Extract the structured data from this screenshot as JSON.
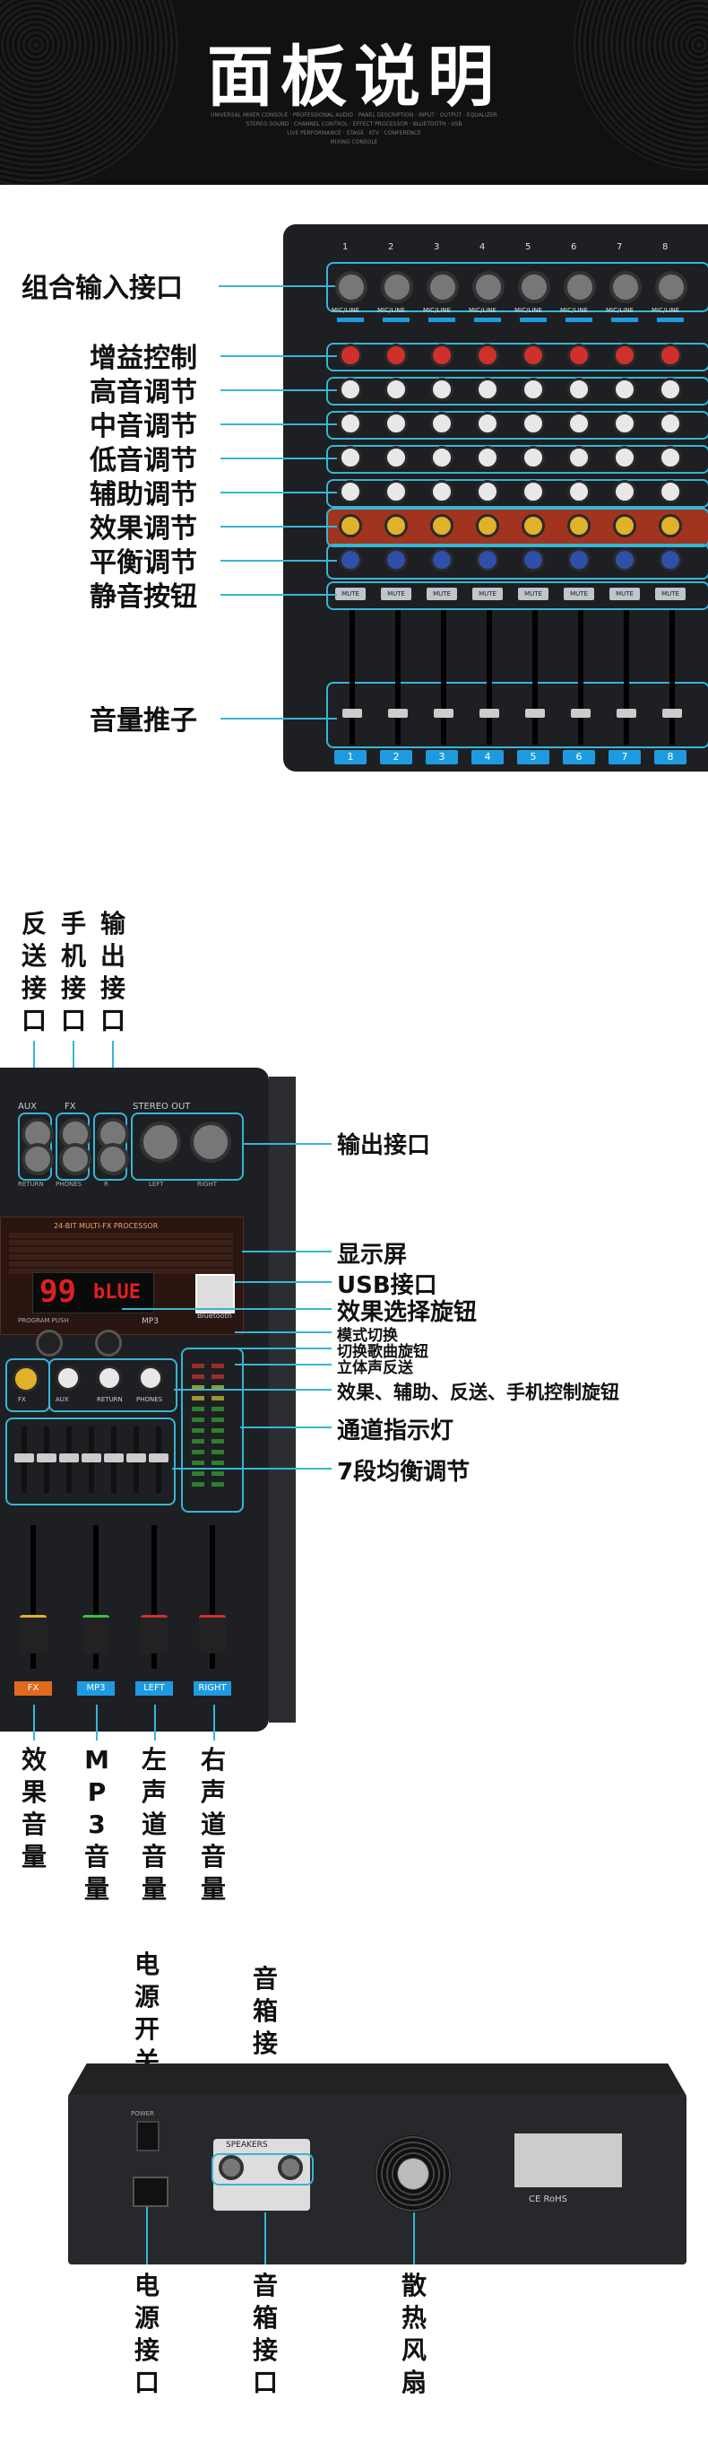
{
  "header": {
    "title": "面板说明",
    "tagline": [
      "UNIVERSAL MIXER CONSOLE  ·  PROFESSIONAL AUDIO  ·  PANEL DESCRIPTION  ·  INPUT  ·  OUTPUT  ·  EQUALIZER",
      "STEREO SOUND  ·  CHANNEL CONTROL  ·  EFFECT PROCESSOR  ·  BLUETOOTH  ·  USB",
      "LIVE PERFORMANCE  ·  STAGE  ·  KTV  ·  CONFERENCE",
      "MIXING CONSOLE"
    ]
  },
  "section1": {
    "labels": [
      "组合输入接口",
      "增益控制",
      "高音调节",
      "中音调节",
      "低音调节",
      "辅助调节",
      "效果调节",
      "平衡调节",
      "静音按钮",
      "音量推子"
    ],
    "channels": [
      "1",
      "2",
      "3",
      "4",
      "5",
      "6",
      "7",
      "8"
    ],
    "jack_label": "MIC/LINE",
    "mute_label": "MUTE"
  },
  "section2": {
    "top_labels": [
      "反送接口",
      "手机接口",
      "输出接口"
    ],
    "right_labels": [
      "输出接口",
      "显示屏",
      "USB接口",
      "效果选择旋钮",
      "模式切换",
      "切换歌曲旋钮",
      "立体声反送",
      "效果、辅助、反送、手机控制旋钮",
      "通道指示灯",
      "7段均衡调节"
    ],
    "bottom_labels": [
      "效果音量",
      "MP3音量",
      "左声道音量",
      "右声道音量"
    ],
    "panel": {
      "aux": "AUX",
      "fx": "FX",
      "stereo_out": "STEREO OUT",
      "return": "RETURN",
      "phones": "PHONES",
      "r": "R",
      "left": "LEFT",
      "right": "RIGHT",
      "processor": "24-BIT MULTI-FX PROCESSOR",
      "display_num": "99",
      "display_txt": "bLUE",
      "mp3": "MP3",
      "bluetooth": "Bluetooth",
      "program_push": "PROGRAM PUSH",
      "fader_labels": [
        "FX",
        "MP3",
        "LEFT",
        "RIGHT"
      ],
      "knob_labels": [
        "FX",
        "AUX",
        "RETURN",
        "PHONES"
      ]
    }
  },
  "section3": {
    "top_labels": [
      "电源开关",
      "音箱接口"
    ],
    "bottom_labels": [
      "电源接口",
      "音箱接口",
      "散热风扇"
    ],
    "panel": {
      "speakers": "SPEAKERS",
      "power": "POWER",
      "ce": "CE RoHS"
    }
  },
  "colors": {
    "accent": "#37b6d4",
    "channel_blue": "#1e9be0",
    "panel": "#1d1f22"
  }
}
